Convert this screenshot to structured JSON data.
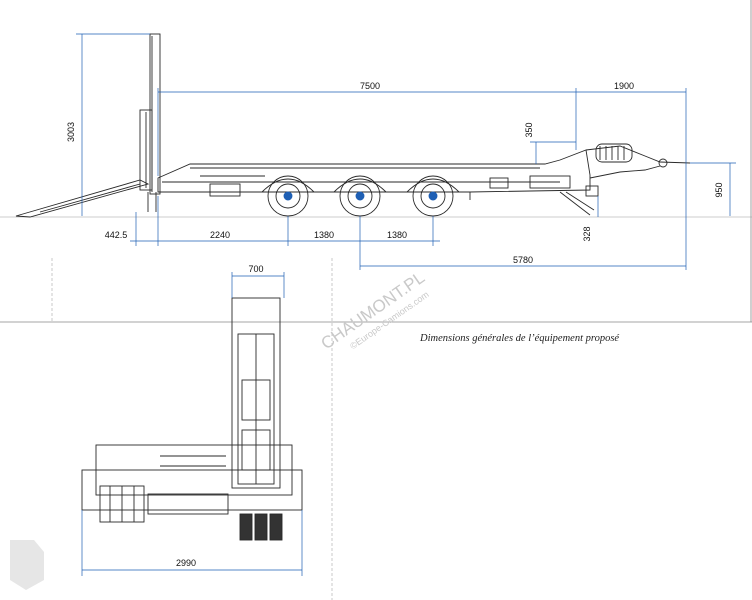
{
  "caption": "Dimensions générales de l’équipement proposé",
  "watermark": {
    "brand": "CHAUMONT.PL",
    "sub": "©Europe-Camions.com"
  },
  "side_view": {
    "dimensions": {
      "overall_height": "3003",
      "deck_length": "7500",
      "drawbar_length": "1900",
      "gooseneck_step": "350",
      "coupling_height": "950",
      "deck_height": "328",
      "ramp_overhang": "442.5",
      "rear_to_axle": "2240",
      "axle_spacing_1": "1380",
      "axle_spacing_2": "1380",
      "axle_to_coupling": "5780"
    }
  },
  "rear_view": {
    "dimensions": {
      "ramp_width": "700",
      "overall_width": "2990"
    }
  },
  "colors": {
    "line": "#2a2a2a",
    "dim_line": "#1e5fb4",
    "wheel_accent": "#1e5fb4"
  }
}
